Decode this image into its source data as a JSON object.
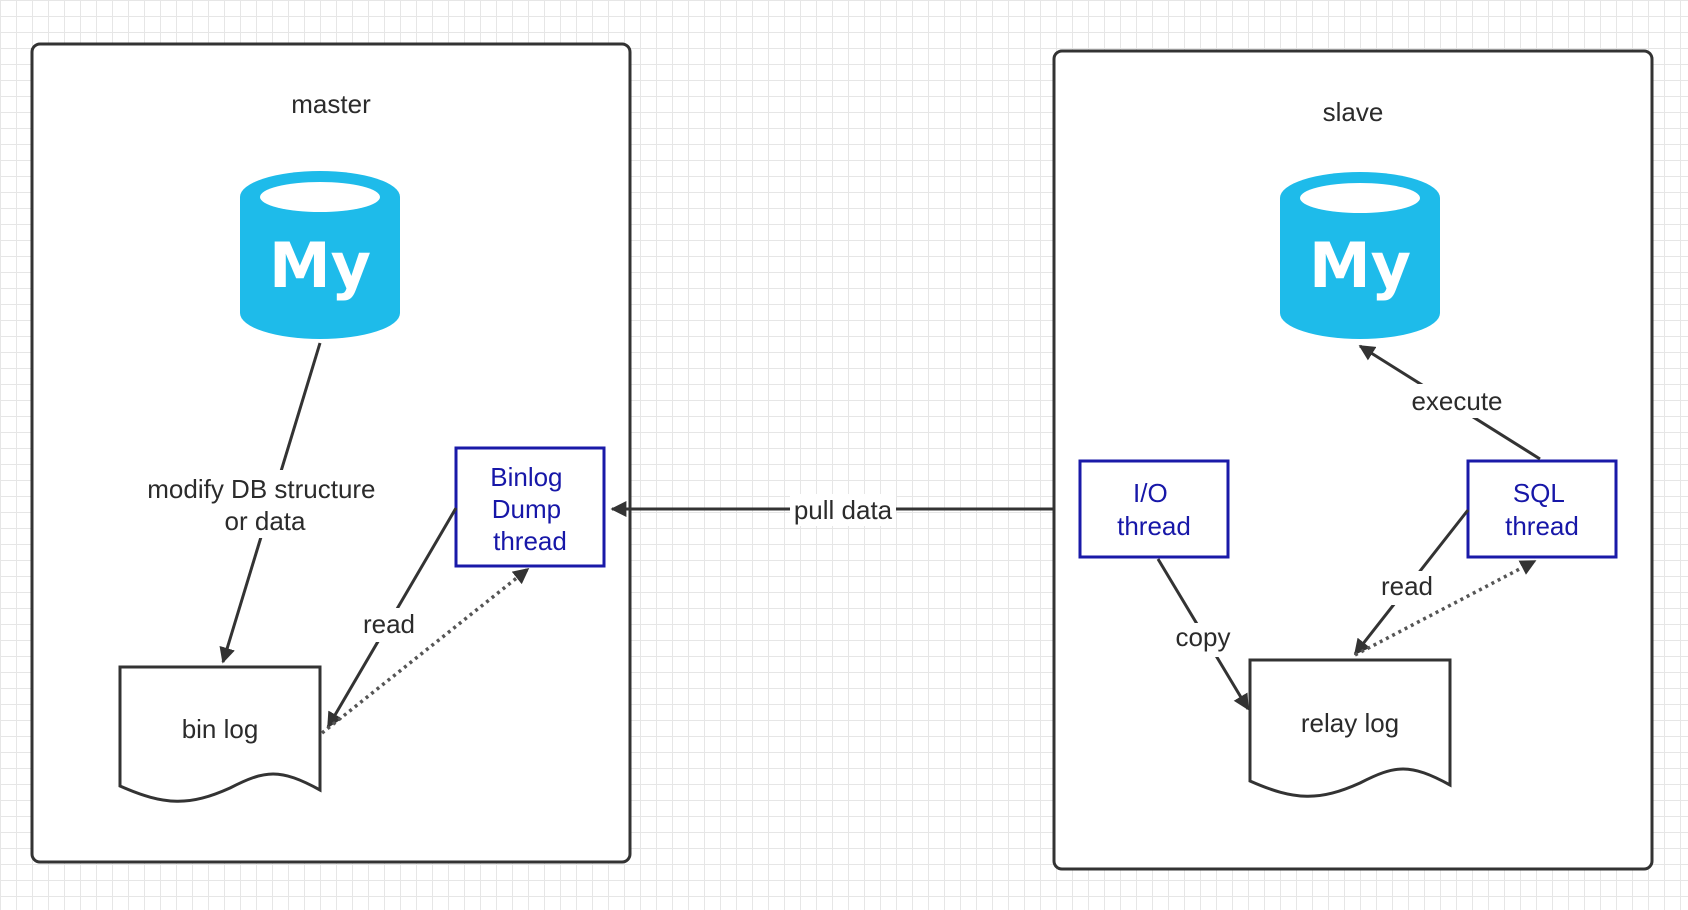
{
  "master": {
    "title": "master",
    "db_logo": "My",
    "binlog_label": "bin log",
    "dump_thread_lines": [
      "Binlog",
      "Dump",
      "thread"
    ],
    "edge_modify_lines": [
      "modify DB structure",
      "or data"
    ],
    "edge_read": "read"
  },
  "slave": {
    "title": "slave",
    "db_logo": "My",
    "relaylog_label": "relay log",
    "io_thread_lines": [
      "I/O",
      "thread"
    ],
    "sql_thread_lines": [
      "SQL",
      "thread"
    ],
    "edge_copy": "copy",
    "edge_read": "read",
    "edge_execute": "execute"
  },
  "edge_pull": "pull data",
  "colors": {
    "db": "#1ebbea",
    "thread_border": "#1a1aa8",
    "thread_text": "#1717a8",
    "line": "#333333",
    "grid": "#e6e6e6"
  }
}
